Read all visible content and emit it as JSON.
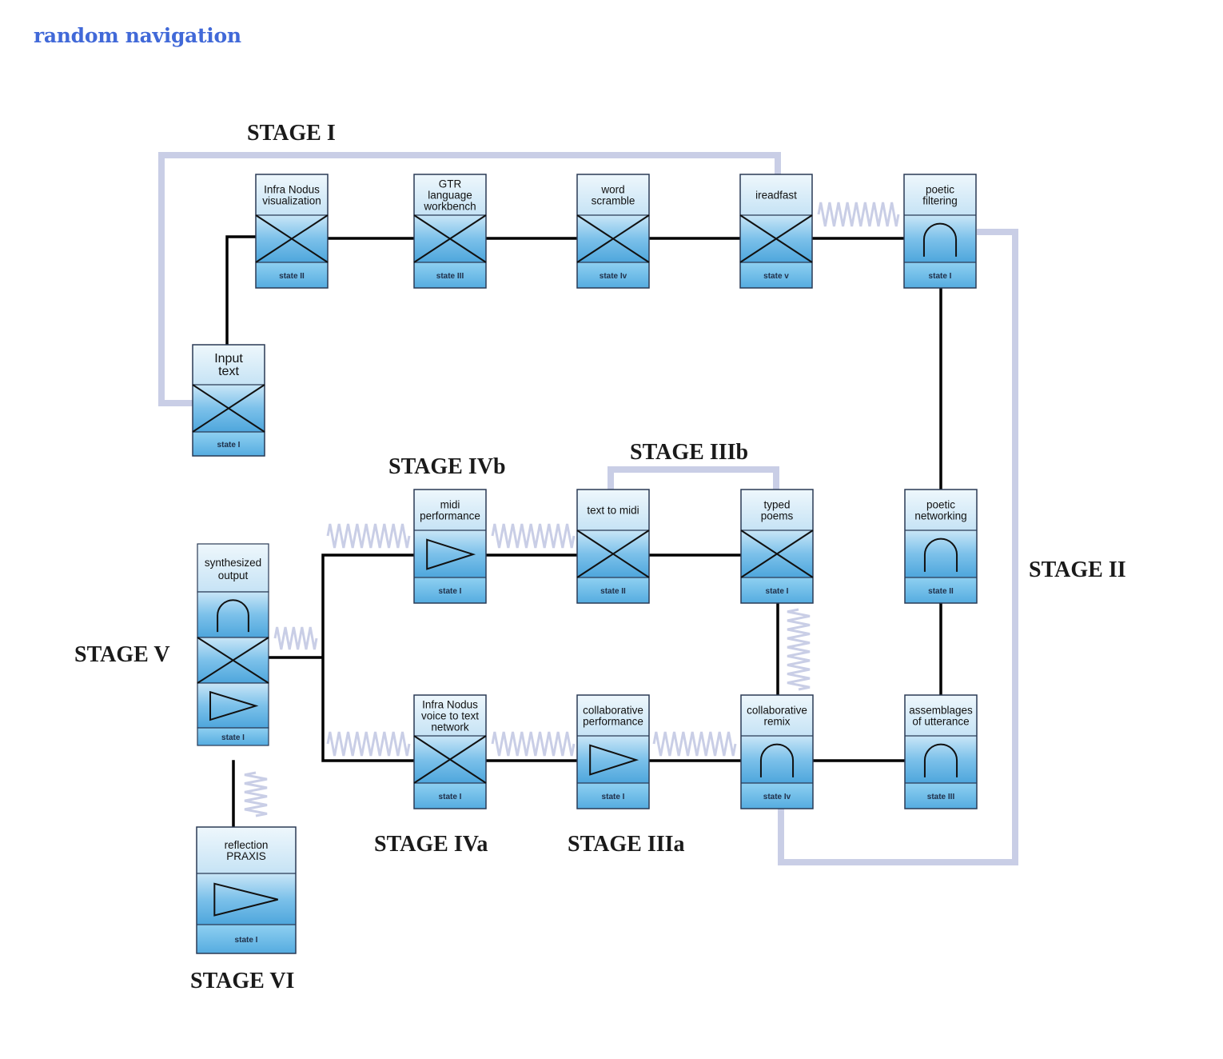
{
  "nav": {
    "link_label": "random navigation"
  },
  "colors": {
    "link": "#4169d8",
    "connector": "#000000",
    "feedback": "#c9cee6",
    "box_top": "#d4eaf7",
    "box_mid": "#5fb2e2",
    "box_state": "#6cbde8"
  },
  "stages": {
    "s1": "STAGE I",
    "s2": "STAGE II",
    "s3a": "STAGE IIIa",
    "s3b": "STAGE IIIb",
    "s4a": "STAGE IVa",
    "s4b": "STAGE IVb",
    "s5": "STAGE V",
    "s6": "STAGE VI"
  },
  "boxes": {
    "input_text": {
      "title": [
        "Input",
        "text"
      ],
      "symbol": "cross-icon",
      "state": "state I"
    },
    "infranodus_viz": {
      "title": [
        "Infra Nodus",
        "visualization"
      ],
      "symbol": "cross-icon",
      "state": "state II"
    },
    "gtr": {
      "title": [
        "GTR",
        "language",
        "workbench"
      ],
      "symbol": "cross-icon",
      "state": "state III"
    },
    "word_scramble": {
      "title": [
        "word",
        "scramble"
      ],
      "symbol": "cross-icon",
      "state": "state Iv"
    },
    "ireadfast": {
      "title": [
        "ireadfast"
      ],
      "symbol": "cross-icon",
      "state": "state v"
    },
    "poetic_filtering": {
      "title": [
        "poetic",
        "filtering"
      ],
      "symbol": "arch-icon",
      "state": "state I"
    },
    "poetic_networking": {
      "title": [
        "poetic",
        "networking"
      ],
      "symbol": "arch-icon",
      "state": "state II"
    },
    "assemblages": {
      "title": [
        "assemblages",
        "of utterance"
      ],
      "symbol": "arch-icon",
      "state": "state III"
    },
    "collab_remix": {
      "title": [
        "collaborative",
        "remix"
      ],
      "symbol": "arch-icon",
      "state": "state Iv"
    },
    "typed_poems": {
      "title": [
        "typed",
        "poems"
      ],
      "symbol": "cross-icon",
      "state": "state I"
    },
    "text_to_midi": {
      "title": [
        "text to midi"
      ],
      "symbol": "cross-icon",
      "state": "state II"
    },
    "midi_performance": {
      "title": [
        "midi",
        "performance"
      ],
      "symbol": "triangle-icon",
      "state": "state I"
    },
    "collab_performance": {
      "title": [
        "collaborative",
        "performance"
      ],
      "symbol": "triangle-icon",
      "state": "state I"
    },
    "infranodus_voice": {
      "title": [
        "Infra Nodus",
        "voice to text",
        "network"
      ],
      "symbol": "cross-icon",
      "state": "state I"
    },
    "synthesized_output": {
      "title": [
        "synthesized",
        "output"
      ],
      "symbol": "stack-icon",
      "state": "state I"
    },
    "reflection_praxis": {
      "title": [
        "reflection",
        "PRAXIS"
      ],
      "symbol": "triangle-icon",
      "state": "state I"
    }
  }
}
